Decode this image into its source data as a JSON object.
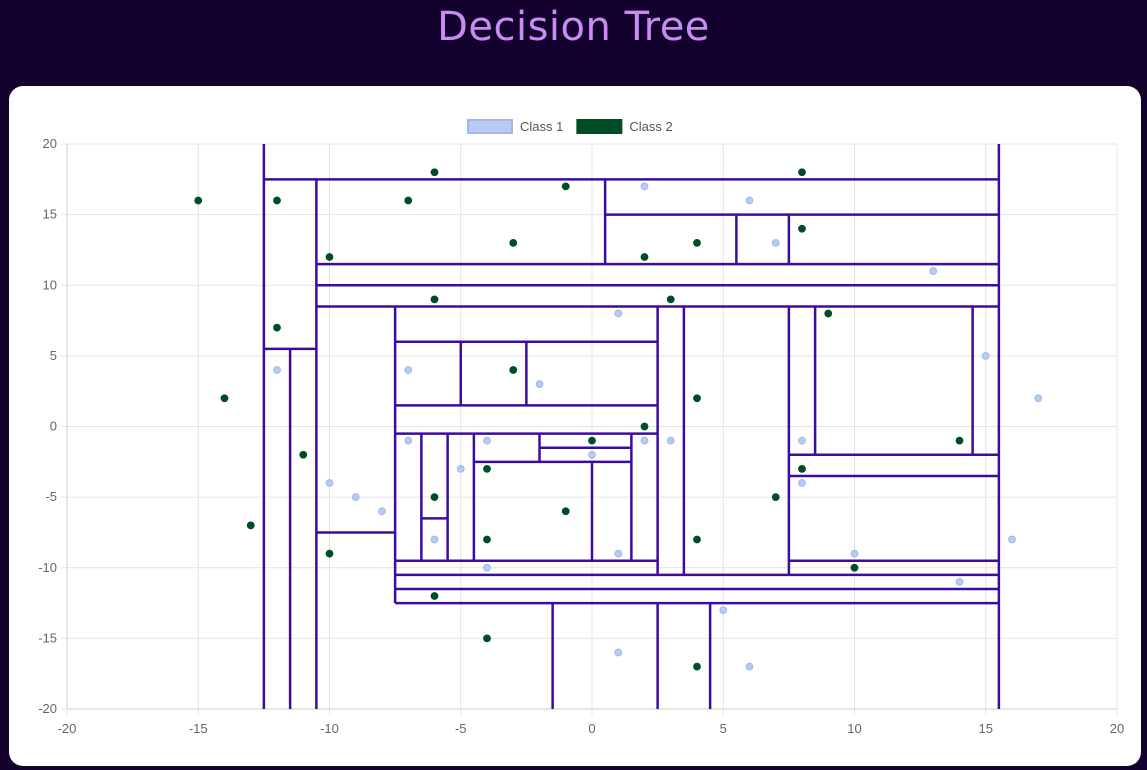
{
  "page": {
    "title": "Decision Tree"
  },
  "chart_data": {
    "type": "scatter",
    "title": "",
    "xlim": [
      -20,
      20
    ],
    "ylim": [
      -20,
      20
    ],
    "xticks": [
      -20,
      -15,
      -10,
      -5,
      0,
      5,
      10,
      15,
      20
    ],
    "yticks": [
      -20,
      -15,
      -10,
      -5,
      0,
      5,
      10,
      15,
      20
    ],
    "grid": true,
    "legend_position": "top-center",
    "series": [
      {
        "name": "Class 1",
        "color": "#b8cbf5",
        "points": [
          [
            2,
            17
          ],
          [
            6,
            16
          ],
          [
            7,
            13
          ],
          [
            13,
            11
          ],
          [
            1,
            8
          ],
          [
            -12,
            4
          ],
          [
            -7,
            4
          ],
          [
            -2,
            3
          ],
          [
            15,
            5
          ],
          [
            17,
            2
          ],
          [
            -7,
            -1
          ],
          [
            -4,
            -1
          ],
          [
            2,
            -1
          ],
          [
            3,
            -1
          ],
          [
            8,
            -1
          ],
          [
            0,
            -2
          ],
          [
            -5,
            -3
          ],
          [
            -10,
            -4
          ],
          [
            8,
            -4
          ],
          [
            -9,
            -5
          ],
          [
            -8,
            -6
          ],
          [
            -6,
            -8
          ],
          [
            16,
            -8
          ],
          [
            1,
            -9
          ],
          [
            10,
            -9
          ],
          [
            -4,
            -10
          ],
          [
            14,
            -11
          ],
          [
            5,
            -13
          ],
          [
            1,
            -16
          ],
          [
            6,
            -17
          ]
        ]
      },
      {
        "name": "Class 2",
        "color": "#004d25",
        "points": [
          [
            -6,
            18
          ],
          [
            8,
            18
          ],
          [
            -15,
            16
          ],
          [
            -12,
            16
          ],
          [
            -7,
            16
          ],
          [
            -1,
            17
          ],
          [
            8,
            14
          ],
          [
            -10,
            12
          ],
          [
            -3,
            13
          ],
          [
            2,
            12
          ],
          [
            4,
            13
          ],
          [
            -6,
            9
          ],
          [
            3,
            9
          ],
          [
            9,
            8
          ],
          [
            -12,
            7
          ],
          [
            -3,
            4
          ],
          [
            -14,
            2
          ],
          [
            4,
            2
          ],
          [
            2,
            0
          ],
          [
            0,
            -1
          ],
          [
            14,
            -1
          ],
          [
            -11,
            -2
          ],
          [
            -4,
            -3
          ],
          [
            8,
            -3
          ],
          [
            -6,
            -5
          ],
          [
            7,
            -5
          ],
          [
            -13,
            -7
          ],
          [
            -1,
            -6
          ],
          [
            -4,
            -8
          ],
          [
            4,
            -8
          ],
          [
            -10,
            -9
          ],
          [
            10,
            -10
          ],
          [
            -6,
            -12
          ],
          [
            -4,
            -15
          ],
          [
            4,
            -17
          ]
        ]
      }
    ],
    "decision_boundaries": {
      "color": "#3d0c9e",
      "vertical": [
        [
          -12.5,
          -20,
          20
        ],
        [
          -10.5,
          -20,
          17.5
        ],
        [
          -11.5,
          -20,
          5.5
        ],
        [
          15.5,
          -20,
          20
        ],
        [
          -7.5,
          -12.5,
          8.5
        ],
        [
          2.5,
          -10.5,
          8.5
        ],
        [
          3.5,
          -10.5,
          8.5
        ],
        [
          7.5,
          -10.5,
          8.5
        ],
        [
          8.5,
          -2,
          8.5
        ],
        [
          14.5,
          -2,
          8.5
        ],
        [
          0.5,
          11.5,
          17.5
        ],
        [
          5.5,
          11.5,
          15
        ],
        [
          7.5,
          11.5,
          15
        ],
        [
          -5,
          1.5,
          6
        ],
        [
          -2.5,
          1.5,
          6
        ],
        [
          -6.5,
          -9.5,
          -0.5
        ],
        [
          -5.5,
          -9.5,
          -0.5
        ],
        [
          -4.5,
          -9.5,
          -0.5
        ],
        [
          -2,
          -2.5,
          -0.5
        ],
        [
          0,
          -9.5,
          -2.5
        ],
        [
          1.5,
          -9.5,
          -0.5
        ],
        [
          -1.5,
          -20,
          -12.5
        ],
        [
          2.5,
          -20,
          -12.5
        ],
        [
          4.5,
          -20,
          -12.5
        ]
      ],
      "horizontal": [
        [
          17.5,
          -12.5,
          15.5
        ],
        [
          15,
          0.5,
          15.5
        ],
        [
          11.5,
          -10.5,
          15.5
        ],
        [
          10,
          -10.5,
          15.5
        ],
        [
          8.5,
          -10.5,
          15.5
        ],
        [
          5.5,
          -12.5,
          -10.5
        ],
        [
          6,
          -7.5,
          2.5
        ],
        [
          1.5,
          -7.5,
          2.5
        ],
        [
          -0.5,
          -7.5,
          2.5
        ],
        [
          -2,
          7.5,
          15.5
        ],
        [
          -3.5,
          7.5,
          15.5
        ],
        [
          -1.5,
          -2,
          1.5
        ],
        [
          -2.5,
          -4.5,
          1.5
        ],
        [
          -7.5,
          -10.5,
          -7.5
        ],
        [
          -6.5,
          -6.5,
          -5.5
        ],
        [
          -9.5,
          -7.5,
          2.5
        ],
        [
          -9.5,
          7.5,
          15.5
        ],
        [
          -10.5,
          -7.5,
          15.5
        ],
        [
          -11.5,
          -7.5,
          15.5
        ],
        [
          -12.5,
          -7.5,
          15.5
        ]
      ]
    }
  }
}
